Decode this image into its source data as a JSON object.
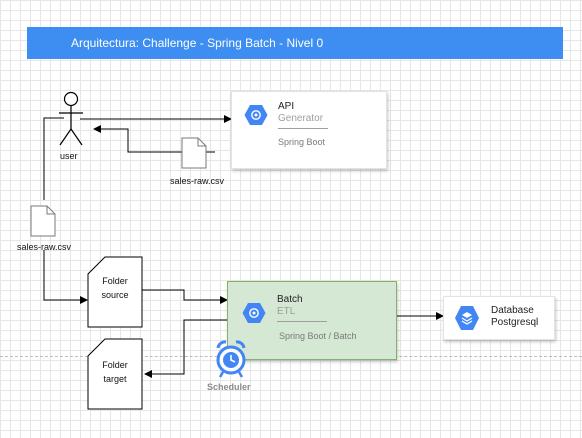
{
  "title": "Arquitectura: Challenge - Spring Batch - Nivel 0",
  "actor": {
    "label": "user"
  },
  "api": {
    "title": "API",
    "subtitle": "Generator",
    "note": "Spring Boot"
  },
  "batch": {
    "title": "Batch",
    "subtitle": "ETL",
    "note": "Spring Boot / Batch"
  },
  "database": {
    "line1": "Database",
    "line2": "Postgresql"
  },
  "file_api": {
    "label": "sales-raw.csv"
  },
  "file_user": {
    "label": "sales-raw.csv"
  },
  "folder_source": {
    "line1": "Folder",
    "line2": "source"
  },
  "folder_target": {
    "line1": "Folder",
    "line2": "target"
  },
  "scheduler": {
    "label": "Scheduler"
  },
  "icons": {
    "api": "gcp-hexagon-icon",
    "batch": "gcp-hexagon-icon",
    "database": "database-stack-icon",
    "scheduler": "alarm-clock-icon",
    "file": "document-icon",
    "folder": "folder-card-icon",
    "user": "stick-figure-icon"
  },
  "colors": {
    "title_bar": "#3d8ef0",
    "hexagon": "#4285f4",
    "batch_fill": "#d5e8d4",
    "batch_border": "#82b366",
    "scheduler": "#4285f4"
  }
}
